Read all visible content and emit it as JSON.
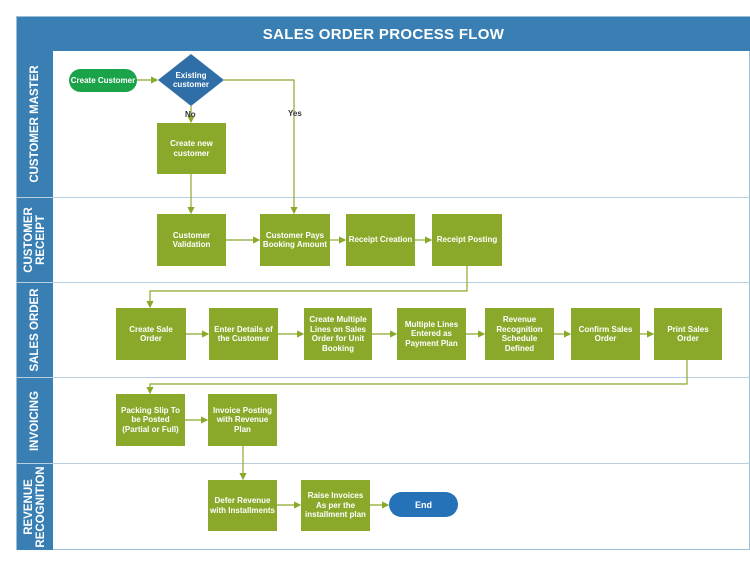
{
  "title": "SALES ORDER PROCESS FLOW",
  "lanes": [
    {
      "label": "CUSTOMER MASTER"
    },
    {
      "label": "CUSTOMER\nRECEIPT"
    },
    {
      "label": "SALES ORDER"
    },
    {
      "label": "INVOICING"
    },
    {
      "label": "REVENUE\nRECOGNITION"
    }
  ],
  "nodes": {
    "create_customer": "Create Customer",
    "existing_customer": "Existing customer",
    "create_new_customer": "Create new customer",
    "customer_validation": "Customer Validation",
    "customer_pays": "Customer Pays Booking Amount",
    "receipt_creation": "Receipt Creation",
    "receipt_posting": "Receipt Posting",
    "create_sale_order": "Create Sale Order",
    "enter_details": "Enter Details of the Customer",
    "create_multiple_lines": "Create Multiple Lines on Sales Order for Unit Booking",
    "multiple_lines_payment": "Multiple Lines Entered as Payment Plan",
    "revenue_recognition_schedule": "Revenue Recognition Schedule Defined",
    "confirm_sales_order": "Confirm Sales Order",
    "print_sales_order": "Print Sales Order",
    "packing_slip": "Packing Slip To be Posted (Partial or Full)",
    "invoice_posting": "Invoice Posting with Revenue Plan",
    "defer_revenue": "Defer Revenue with Installments",
    "raise_invoices": "Raise Invoices As per the installment plan",
    "end": "End"
  },
  "edge_labels": {
    "no": "No",
    "yes": "Yes"
  },
  "colors": {
    "header": "#3a7fb3",
    "process": "#8aa92a",
    "start": "#1ba34a",
    "decision": "#2f6ea6",
    "end": "#2672b8"
  }
}
